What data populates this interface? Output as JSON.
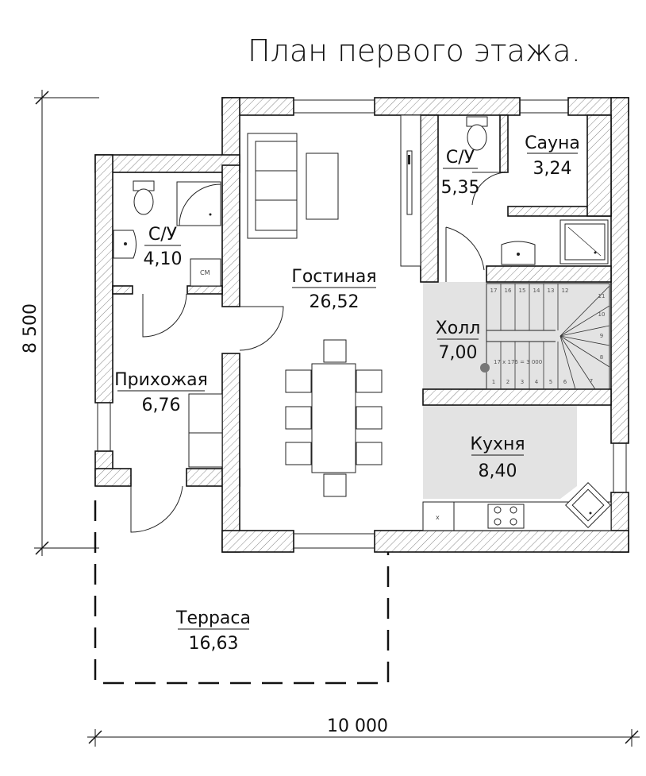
{
  "title": "План первого этажа.",
  "rooms": {
    "su1": {
      "name": "С/У",
      "area": "4,10"
    },
    "su2": {
      "name": "С/У",
      "area": "5,35"
    },
    "sauna": {
      "name": "Сауна",
      "area": "3,24"
    },
    "living": {
      "name": "Гостиная",
      "area": "26,52"
    },
    "hall": {
      "name": "Холл",
      "area": "7,00"
    },
    "entry": {
      "name": "Прихожая",
      "area": "6,76"
    },
    "kitchen": {
      "name": "Кухня",
      "area": "8,40"
    },
    "terrace": {
      "name": "Терраса",
      "area": "16,63"
    }
  },
  "labels": {
    "wm": "СМ",
    "stair_spec": "17 x 176 = 3 000",
    "stove_x": "x"
  },
  "stair_steps": [
    "17",
    "16",
    "15",
    "14",
    "13",
    "12",
    "11",
    "10",
    "9",
    "8",
    "7",
    "6",
    "5",
    "4",
    "3",
    "2",
    "1"
  ],
  "dimensions": {
    "height": "8 500",
    "width": "10 000"
  },
  "colors": {
    "highlight": "#e3e3e3",
    "line": "#111111"
  }
}
